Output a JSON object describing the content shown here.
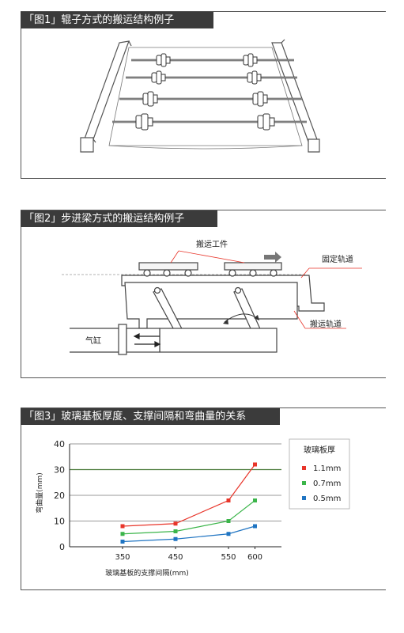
{
  "figures": [
    {
      "title": "「图1」辊子方式的搬运结构例子"
    },
    {
      "title": "「图2」步进梁方式的搬运结构例子",
      "labels": {
        "workpiece": "搬运工件",
        "fixed_rail": "固定轨道",
        "transport_rail": "搬运轨道",
        "cylinder": "气缸"
      }
    },
    {
      "title": "「图3」玻璃基板厚度、支撑间隔和弯曲量的关系"
    }
  ],
  "chart_data": {
    "type": "line",
    "xlabel": "玻璃基板的支撑间隔(mm)",
    "ylabel": "弯曲量(mm)",
    "categories": [
      "350",
      "450",
      "550",
      "600"
    ],
    "x": [
      350,
      450,
      550,
      600
    ],
    "xlim": [
      250,
      650
    ],
    "ylim": [
      0,
      40
    ],
    "yticks": [
      0,
      10,
      20,
      30,
      40
    ],
    "grid": true,
    "legend_title": "玻璃板厚",
    "legend_position": "right",
    "series": [
      {
        "name": "1.1mm",
        "color": "#e8352a",
        "values": [
          8,
          9,
          18,
          32
        ]
      },
      {
        "name": "0.7mm",
        "color": "#3bb54a",
        "values": [
          5,
          6,
          10,
          18
        ]
      },
      {
        "name": "0.5mm",
        "color": "#1f74c2",
        "values": [
          2,
          3,
          5,
          8
        ]
      }
    ]
  }
}
